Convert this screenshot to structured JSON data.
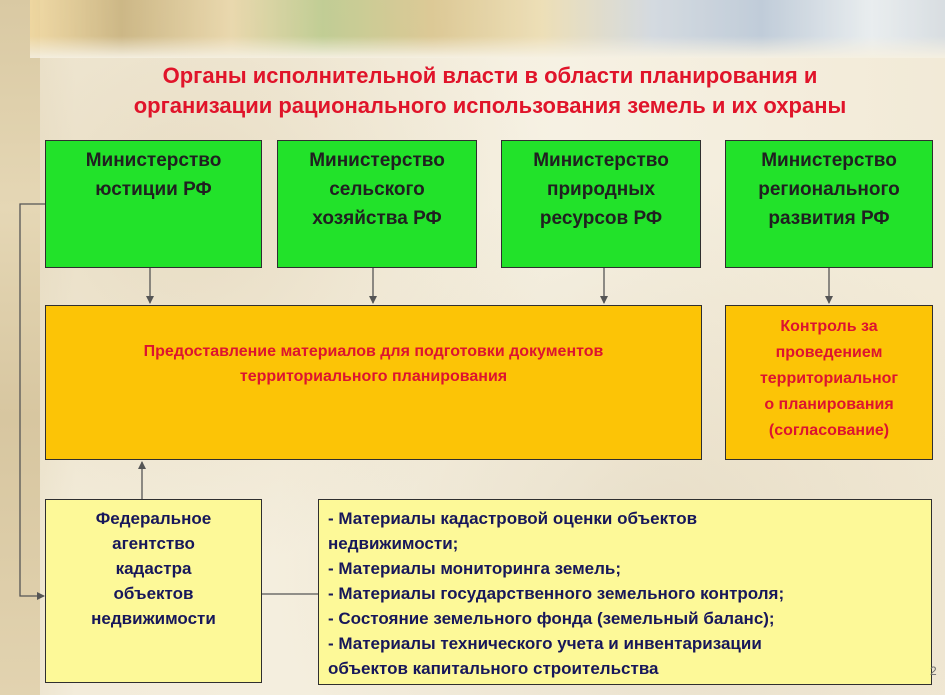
{
  "title": {
    "line1": "Органы исполнительной власти в области планирования и",
    "line2": "организации рационального использования земель и их охраны"
  },
  "ministries": [
    {
      "lines": [
        "Министерство",
        "юстиции РФ"
      ]
    },
    {
      "lines": [
        "Министерство",
        "сельского",
        "хозяйства РФ"
      ]
    },
    {
      "lines": [
        "Министерство",
        "природных",
        "ресурсов РФ"
      ]
    },
    {
      "lines": [
        "Министерство",
        "регионального",
        "развития РФ"
      ]
    }
  ],
  "provision_box": {
    "lines": [
      "Предоставление материалов для подготовки документов",
      "территориального планирования"
    ]
  },
  "control_box": {
    "lines": [
      "Контроль за",
      "проведением",
      "территориальног",
      "о планирования",
      "(согласование)"
    ]
  },
  "agency_box": {
    "lines": [
      "Федеральное",
      "агентство",
      "кадастра",
      "объектов",
      "недвижимости"
    ]
  },
  "materials_box": {
    "lines": [
      "- Материалы кадастровой оценки объектов",
      "недвижимости;",
      "- Материалы мониторинга земель;",
      "- Материалы государственного земельного контроля;",
      "- Состояние земельного фонда (земельный баланс);",
      "- Материалы технического учета и инвентаризации",
      "объектов капитального строительства"
    ]
  },
  "slide_number": "2",
  "colors": {
    "title_red": "#e0142a",
    "ministry_green": "#22e22a",
    "box_orange": "#fcc406",
    "box_yellow": "#fdf998",
    "text_navy": "#17175a"
  }
}
